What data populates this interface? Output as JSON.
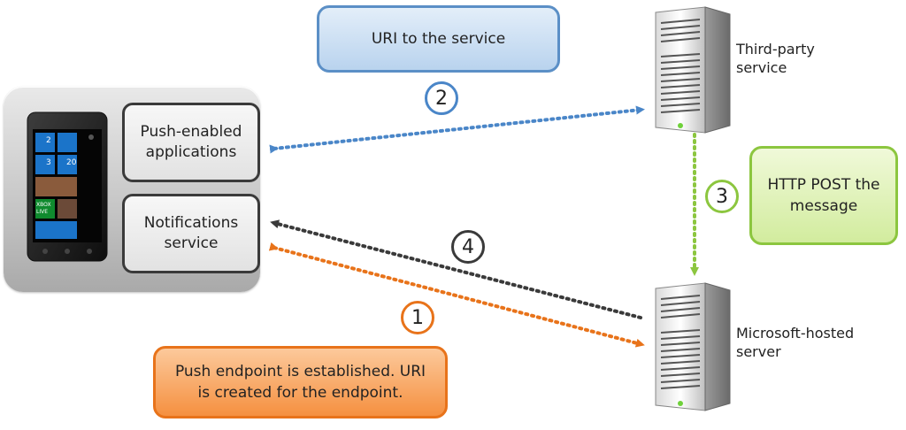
{
  "device": {
    "push_apps_label": "Push-enabled applications",
    "notifications_label": "Notifications service",
    "tile_labels": [
      "2",
      "3",
      "20"
    ],
    "xbox_label": "XBOX LIVE"
  },
  "servers": {
    "third_party_label": "Third-party service",
    "microsoft_label": "Microsoft-hosted server"
  },
  "callouts": {
    "uri_to_service": "URI to the service",
    "http_post": "HTTP POST the message",
    "push_endpoint": "Push endpoint is established. URI is created for the endpoint."
  },
  "steps": [
    "1",
    "2",
    "3",
    "4"
  ],
  "colors": {
    "step1": "#e8731a",
    "step2": "#4a86c8",
    "step3": "#8cc63f",
    "step4": "#3a3a3a"
  }
}
